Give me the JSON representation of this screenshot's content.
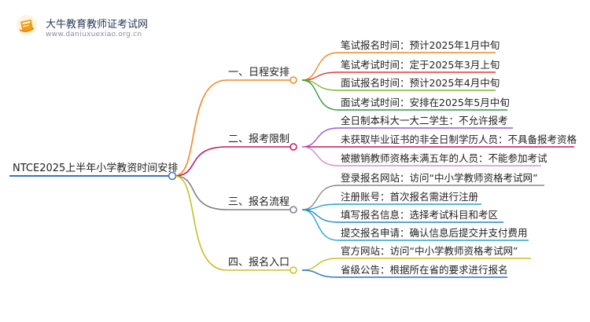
{
  "brand": {
    "name": "大牛教育教师证考试网",
    "url": "www.daniuxuexiao.org.cn"
  },
  "mindmap": {
    "root": "NTCE2025上半年小学教资时间安排",
    "branches": [
      {
        "label": "一、日程安排",
        "color": "#f08a24",
        "leaves": [
          {
            "text": "笔试报名时间：预计2025年1月中旬",
            "color": "#f08a24"
          },
          {
            "text": "笔试考试时间：定于2025年3月上旬",
            "color": "#e03a3a"
          },
          {
            "text": "面试报名时间：预计2025年4月中旬",
            "color": "#7fb82e"
          },
          {
            "text": "面试考试时间：安排在2025年5月中旬",
            "color": "#2e9a3e"
          }
        ]
      },
      {
        "label": "二、报考限制",
        "color": "#c2185b",
        "leaves": [
          {
            "text": "全日制本科大一大二学生：不允许报考",
            "color": "#9b59d0"
          },
          {
            "text": "未获取毕业证书的非全日制学历人员：不具备报考资格",
            "color": "#c2185b"
          },
          {
            "text": "被撤销教师资格未满五年的人员：不能参加考试",
            "color": "#d88bd8"
          }
        ]
      },
      {
        "label": "三、报名流程",
        "color": "#808080",
        "leaves": [
          {
            "text": "登录报名网站：访问“中小学教师资格考试网”",
            "color": "#8a8a8a"
          },
          {
            "text": "注册账号：首次报名需进行注册",
            "color": "#1f9fd8"
          },
          {
            "text": "填写报名信息：选择考试科目和考区",
            "color": "#1e88c8"
          },
          {
            "text": "提交报名申请：确认信息后提交并支付费用",
            "color": "#29a3c7"
          }
        ]
      },
      {
        "label": "四、报名入口",
        "color": "#c8c020",
        "leaves": [
          {
            "text": "官方网站：访问“中小学教师资格考试网”",
            "color": "#c8c020"
          },
          {
            "text": "省级公告：根据所在省的要求进行报名",
            "color": "#2a6fc9"
          }
        ]
      }
    ]
  },
  "icons": [
    "book-logo-icon"
  ]
}
